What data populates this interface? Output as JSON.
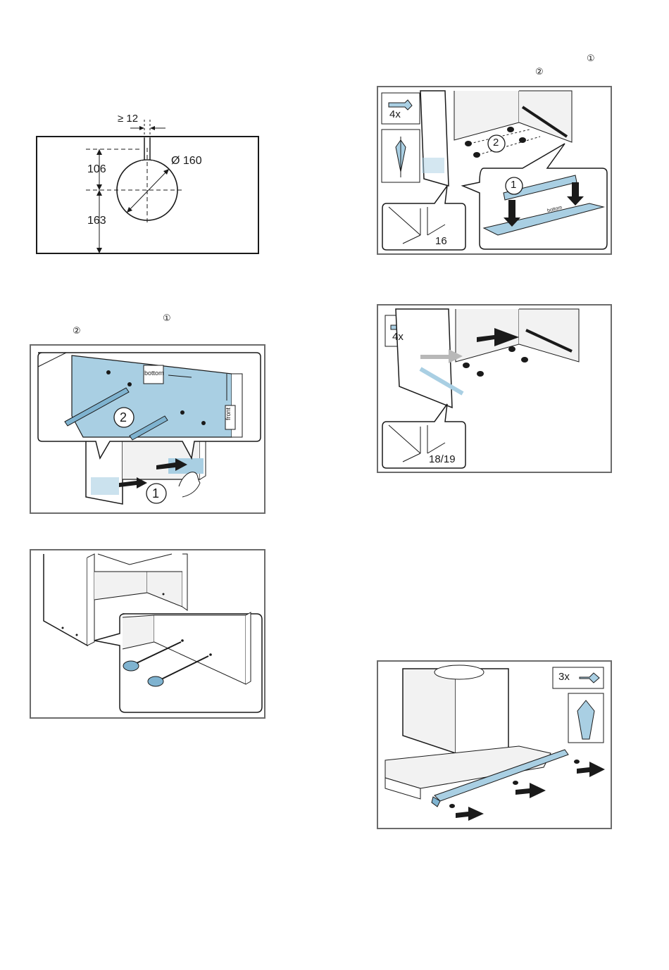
{
  "step_markers": {
    "left_1": "①",
    "left_2": "②",
    "right_1": "①",
    "right_2": "②"
  },
  "cutout_diagram": {
    "min_width": "≥ 12",
    "diameter": "Ø 160",
    "dim_top": "106",
    "dim_bottom": "163"
  },
  "template_panel": {
    "label_bottom": "bottom",
    "label_front": "front",
    "step_1": "1",
    "step_2": "2"
  },
  "rail_panel": {
    "screw_count": "4x",
    "offset": "16",
    "step_1": "1",
    "step_2": "2",
    "label_bottom": "bottom"
  },
  "side_panel": {
    "screw_count": "4x",
    "offset": "18/19"
  },
  "hood_panel": {
    "screw_count": "3x"
  },
  "colors": {
    "accent_blue": "#a9cfe3",
    "line": "#1a1a1a",
    "frame": "#6b6b6b"
  }
}
